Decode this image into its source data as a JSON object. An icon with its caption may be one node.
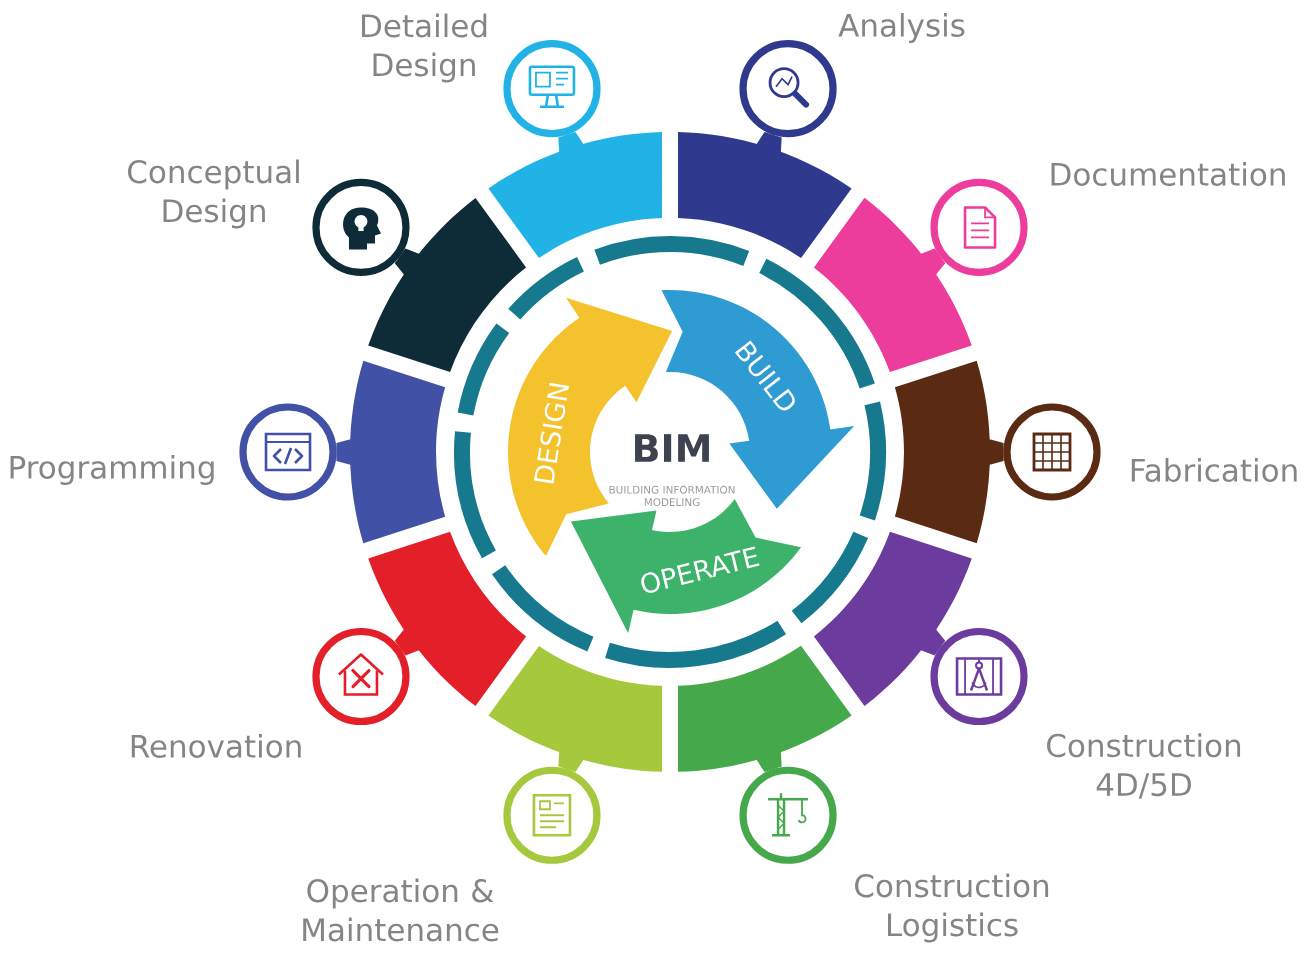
{
  "diagram": {
    "nodes": [
      {
        "text": [
          "Detailed Design"
        ]
      },
      {
        "text": [
          "Analysis"
        ]
      },
      {
        "text": [
          "Documentation"
        ]
      },
      {
        "text": [
          "Fabrication"
        ]
      },
      {
        "text": [
          "Construction 4D/5D"
        ]
      },
      {
        "text": [
          "Construction Logistics"
        ]
      },
      {
        "text": [
          "Operation & Maintenance"
        ]
      },
      {
        "text": [
          "Renovation"
        ]
      },
      {
        "text": [
          "Programming"
        ]
      },
      {
        "text": [
          "Conceptual Design"
        ]
      },
      {
        "text": [
          "BIM",
          "BUILDING INFORMATION MODELING"
        ]
      },
      {
        "text": [
          "DESIGN"
        ]
      },
      {
        "text": [
          "BUILD"
        ]
      },
      {
        "text": [
          "OPERATE"
        ]
      }
    ]
  }
}
